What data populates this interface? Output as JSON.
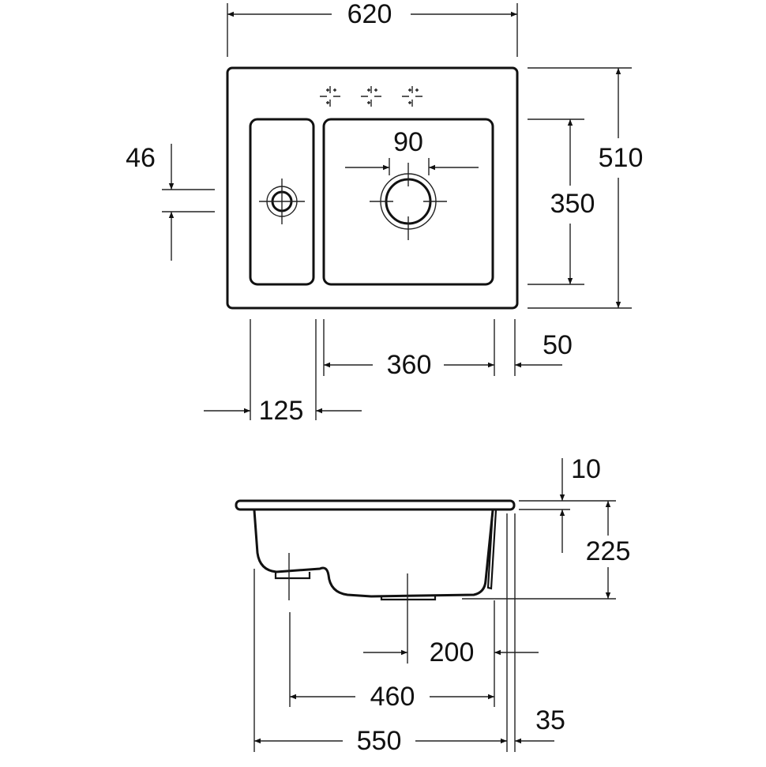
{
  "top_view": {
    "overall_width": "620",
    "overall_depth": "510",
    "bowl_depth": "350",
    "drain_diameter": "90",
    "small_drain_offset": "46",
    "main_bowl_width": "360",
    "right_rim": "50",
    "small_bowl_width": "125"
  },
  "side_view": {
    "rim_thickness": "10",
    "bowl_height": "225",
    "drain_offset": "200",
    "bottom_width": "460",
    "cutout_width": "550",
    "side_offset": "35"
  }
}
